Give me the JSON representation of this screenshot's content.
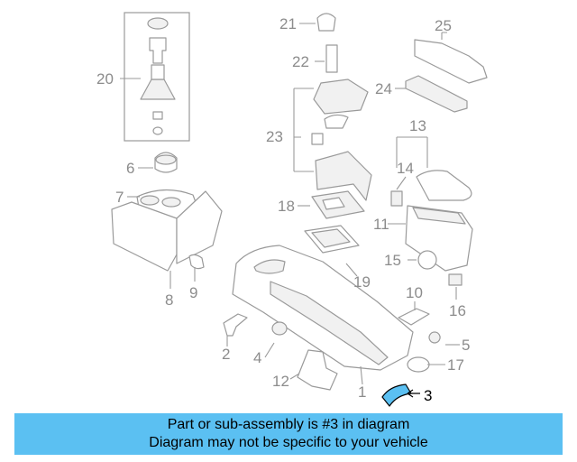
{
  "callouts": {
    "c1": "1",
    "c2": "2",
    "c3": "3",
    "c4": "4",
    "c5": "5",
    "c6": "6",
    "c7": "7",
    "c8": "8",
    "c9": "9",
    "c10": "10",
    "c11": "11",
    "c12": "12",
    "c13": "13",
    "c14": "14",
    "c15": "15",
    "c16": "16",
    "c17": "17",
    "c18": "18",
    "c19": "19",
    "c20": "20",
    "c21": "21",
    "c22": "22",
    "c23": "23",
    "c24": "24",
    "c25": "25"
  },
  "highlight": {
    "part": "3",
    "color": "#5bc0f2"
  },
  "banner": {
    "line1": "Part or sub-assembly is #3 in diagram",
    "line2": "Diagram may not be specific to your vehicle",
    "background": "#5bc0f2"
  }
}
